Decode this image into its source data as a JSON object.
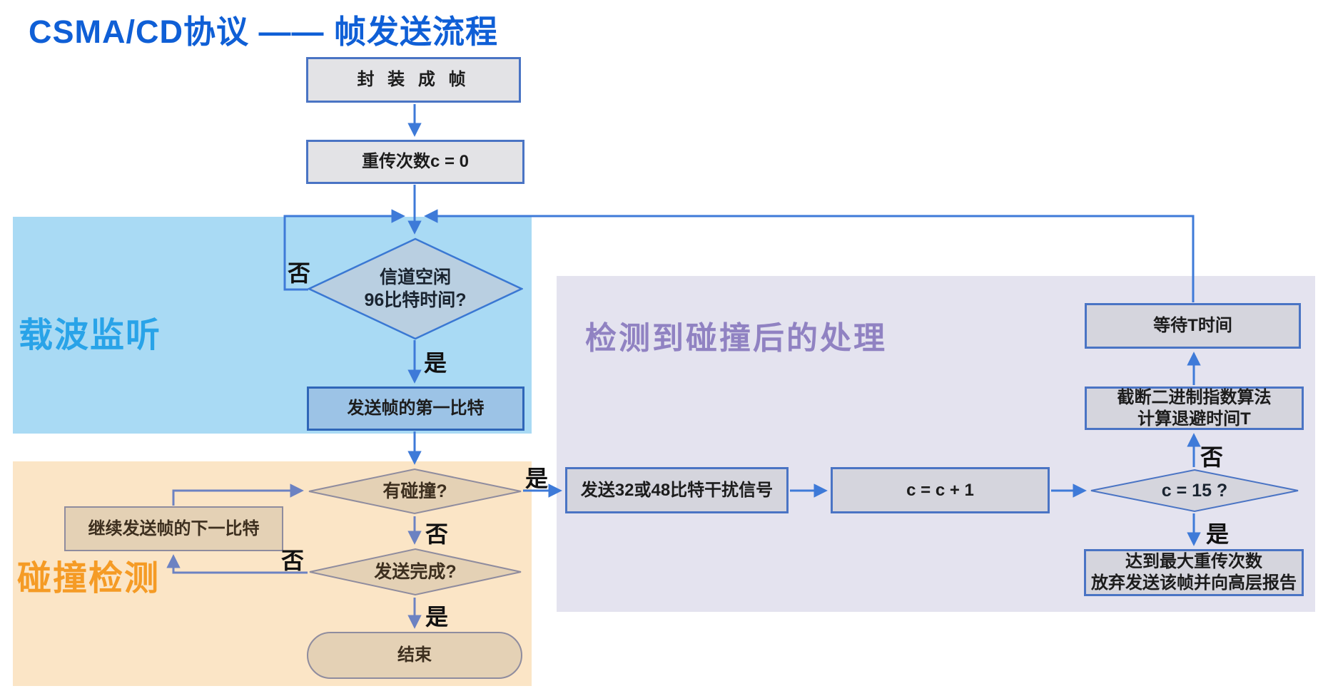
{
  "title": "CSMA/CD协议 —— 帧发送流程",
  "regions": {
    "carrier_sense": {
      "label": "载波监听",
      "bg": "#a9daf4",
      "label_color": "#29a3e8"
    },
    "collision_detection": {
      "label": "碰撞检测",
      "bg": "#fbe5c6",
      "label_color": "#f59b25"
    },
    "post_collision": {
      "label": "检测到碰撞后的处理",
      "bg": "#e4e3ef",
      "label_color": "#9082c2"
    }
  },
  "nodes": {
    "encapsulate_frame": {
      "label": "封 装 成 帧"
    },
    "reset_retry_counter": {
      "label": "重传次数c = 0"
    },
    "channel_idle_check": {
      "line1": "信道空闲",
      "line2": "96比特时间?"
    },
    "send_first_bit": {
      "label": "发送帧的第一比特"
    },
    "collision_check": {
      "label": "有碰撞?"
    },
    "send_next_bit": {
      "label": "继续发送帧的下一比特"
    },
    "send_complete_check": {
      "label": "发送完成?"
    },
    "end": {
      "label": "结束"
    },
    "send_jam_signal": {
      "label": "发送32或48比特干扰信号"
    },
    "increment_counter": {
      "label": "c = c + 1"
    },
    "retry_limit_check": {
      "label": "c = 15 ?"
    },
    "compute_backoff": {
      "line1": "截断二进制指数算法",
      "line2": "计算退避时间T"
    },
    "wait_t": {
      "label": "等待T时间"
    },
    "abort_report": {
      "line1": "达到最大重传次数",
      "line2": "放弃发送该帧并向高层报告"
    }
  },
  "edge_labels": {
    "idle_no": "否",
    "idle_yes": "是",
    "collision_yes": "是",
    "collision_no": "否",
    "complete_no": "否",
    "complete_yes": "是",
    "limit_no": "否",
    "limit_yes": "是"
  },
  "colors": {
    "title": "#0f5fd6",
    "arrow_blue": "#3e7ad8",
    "arrow_muted": "#6c82c2",
    "blue_diamond_fill": "#b9cfe1",
    "tan_fill": "#e4d1b5",
    "gray_fill": "#d5d5dd"
  }
}
